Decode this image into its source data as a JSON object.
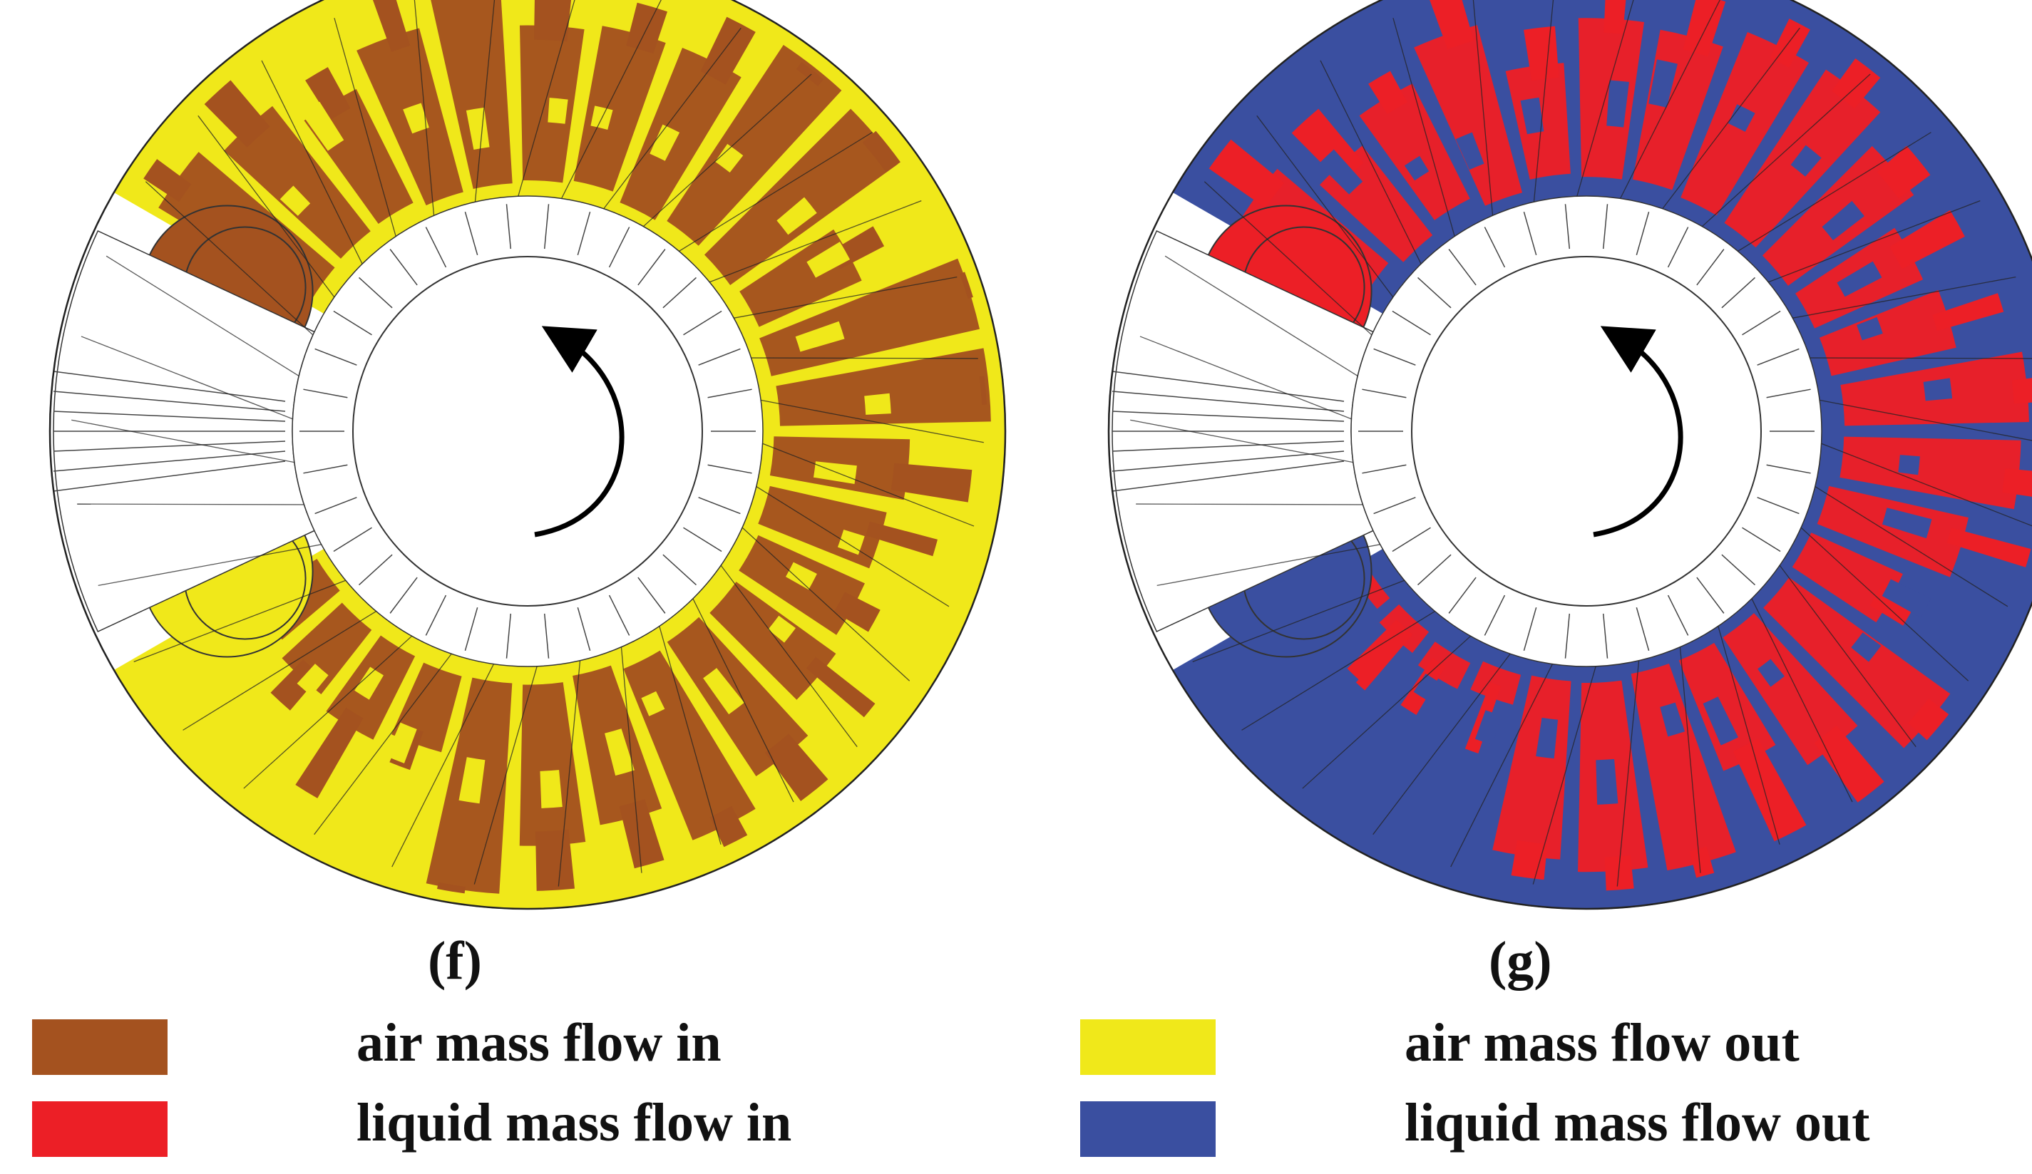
{
  "panels": [
    {
      "id": "f",
      "label": "(f)",
      "region_in_color": "#a4521f",
      "region_out_color": "#f0e81a"
    },
    {
      "id": "g",
      "label": "(g)",
      "region_in_color": "#ec1f26",
      "region_out_color": "#3a4fa0"
    }
  ],
  "legend": [
    {
      "label": "air mass flow in",
      "color": "#a4521f"
    },
    {
      "label": "air mass flow out",
      "color": "#f0e81a"
    },
    {
      "label": "liquid mass flow in",
      "color": "#ec1f26"
    },
    {
      "label": "liquid mass flow out",
      "color": "#3a4fa0"
    }
  ],
  "rotation_arrow": "counter-clockwise-arrow-icon"
}
